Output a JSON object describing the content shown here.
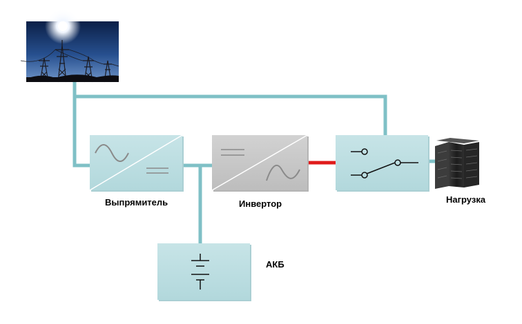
{
  "labels": {
    "rectifier": "Выпрямитель",
    "inverter": "Инвертор",
    "battery": "АКБ",
    "load": "Нагрузка"
  },
  "colors": {
    "line": "#7fc0c6",
    "box": "#bfe0e3",
    "box_shade": "#a9d3d7",
    "inverter_box": "#c8c8c8",
    "inverter_out": "#e01b1b",
    "sky_dark": "#0b1f47",
    "sky_light": "#5a86c4"
  },
  "icons": {
    "power_source": "power-lines-photo",
    "rectifier": "ac-to-dc-symbol",
    "inverter": "dc-to-ac-symbol",
    "switch": "static-switch-symbol",
    "battery": "battery-symbol",
    "load": "server-rack"
  }
}
